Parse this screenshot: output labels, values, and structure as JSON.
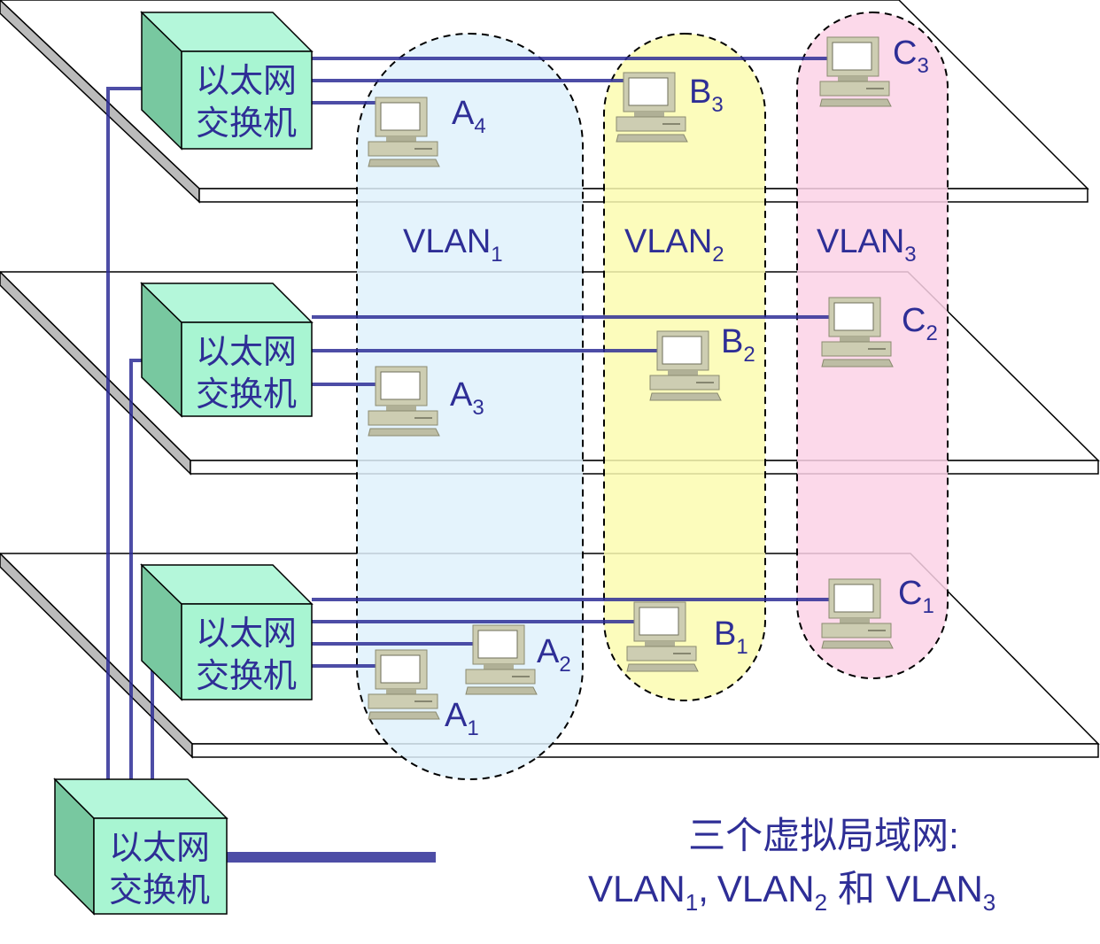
{
  "switch_label": {
    "line1": "以太网",
    "line2": "交换机"
  },
  "vlans": [
    {
      "name": "VLAN",
      "sub": "1",
      "fill": "#dff1fc"
    },
    {
      "name": "VLAN",
      "sub": "2",
      "fill": "#fcfcb0"
    },
    {
      "name": "VLAN",
      "sub": "3",
      "fill": "#fcd2e6"
    }
  ],
  "hosts": {
    "A4": {
      "letter": "A",
      "sub": "4"
    },
    "B3": {
      "letter": "B",
      "sub": "3"
    },
    "C3": {
      "letter": "C",
      "sub": "3"
    },
    "A3": {
      "letter": "A",
      "sub": "3"
    },
    "B2": {
      "letter": "B",
      "sub": "2"
    },
    "C2": {
      "letter": "C",
      "sub": "2"
    },
    "A2": {
      "letter": "A",
      "sub": "2"
    },
    "A1": {
      "letter": "A",
      "sub": "1"
    },
    "B1": {
      "letter": "B",
      "sub": "1"
    },
    "C1": {
      "letter": "C",
      "sub": "1"
    }
  },
  "caption": {
    "line1": "三个虚拟局域网:",
    "v1": "VLAN",
    "s1": "1",
    "sep": ",",
    "v2": "VLAN",
    "s2": "2",
    "and": "和",
    "v3": "VLAN",
    "s3": "3"
  },
  "colors": {
    "link": "#2e2e96",
    "switch_front": "#a8f5d2",
    "switch_side": "#78c8a0",
    "text": "#2e2e96"
  }
}
